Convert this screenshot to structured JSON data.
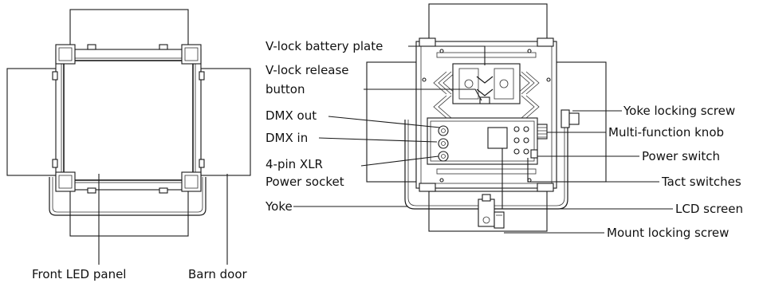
{
  "front_labels": {
    "front_panel": "Front LED panel",
    "barn_door": "Barn door"
  },
  "back_labels": {
    "vlock_plate": "V-lock battery plate",
    "vlock_release_1": "V-lock release",
    "vlock_release_2": "button",
    "dmx_out": "DMX out",
    "dmx_in": "DMX in",
    "xlr_1": "4-pin XLR",
    "xlr_2": "Power socket",
    "yoke": "Yoke",
    "yoke_screw": "Yoke locking screw",
    "knob": "Multi-function knob",
    "power_switch": "Power switch",
    "tact": "Tact switches",
    "lcd": "LCD screen",
    "mount_screw": "Mount locking screw"
  }
}
